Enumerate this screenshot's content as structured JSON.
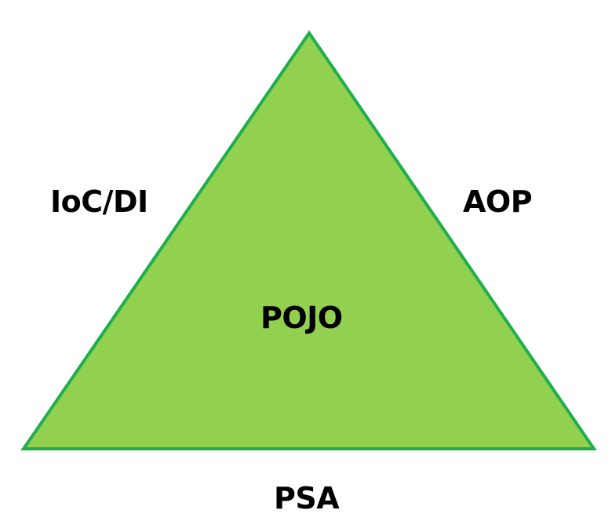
{
  "diagram": {
    "triangle": {
      "fill": "#92D050",
      "stroke": "#1FAE4B"
    },
    "labels": {
      "left": "IoC/DI",
      "right": "AOP",
      "center": "POJO",
      "bottom": "PSA"
    }
  }
}
